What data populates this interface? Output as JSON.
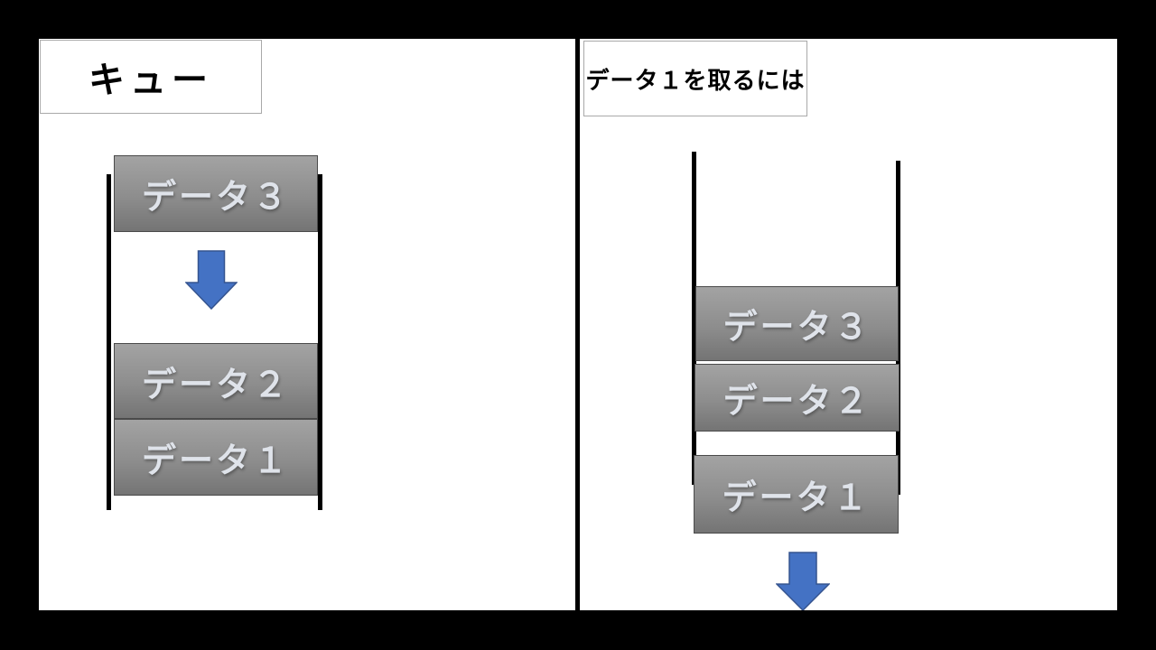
{
  "window": {
    "background": "#000000",
    "slide_background": "#FFFFFF"
  },
  "left_panel": {
    "title": "キュー",
    "boxes": [
      "データ３",
      "データ２",
      "データ１"
    ]
  },
  "right_panel": {
    "title": "データ１を取るには",
    "boxes": [
      "データ３",
      "データ２",
      "データ１"
    ]
  },
  "colors": {
    "arrow_fill": "#4472C4",
    "arrow_stroke": "#35548F",
    "box_gradient_top": "#A3A3A3",
    "box_gradient_bottom": "#747474",
    "box_border": "#4A4A4A",
    "box_text": "#DFE3EA",
    "divider": "#000000",
    "title_border": "#A9A9A9",
    "title_text": "#000000"
  }
}
